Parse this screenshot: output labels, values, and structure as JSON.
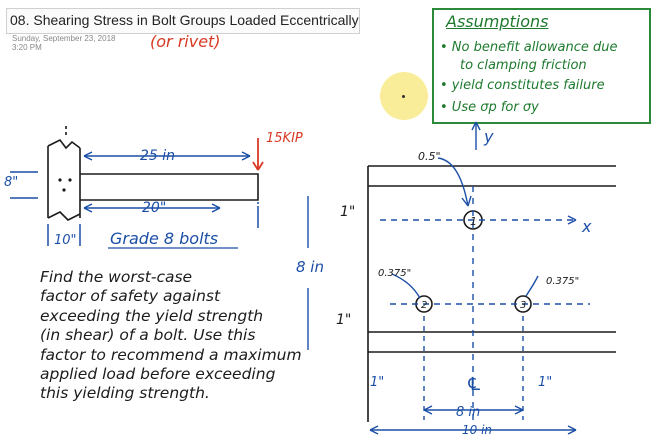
{
  "header": {
    "title": "08. Shearing Stress in Bolt Groups Loaded Eccentrically",
    "date": "Sunday, September 23, 2018",
    "time": "3:20 PM",
    "note": "(or rivet)"
  },
  "assumptions": {
    "title": "Assumptions",
    "items": [
      "• No benefit allowance due",
      "to clamping friction",
      "• yield constitutes failure",
      "• Use σp for σy"
    ]
  },
  "left_sketch": {
    "load_label": "15KIP",
    "length_25": "25 in",
    "length_20": "20\"",
    "height": "8\"",
    "width": "10\"",
    "grade": "Grade 8 bolts"
  },
  "problem": {
    "lines": [
      "Find the worst-case",
      "factor of safety against",
      "exceeding the yield strength",
      "(in shear) of a bolt. Use this",
      "factor to recommend a maximum",
      "applied load before exceeding",
      "this yielding strength."
    ]
  },
  "right_sketch": {
    "y_axis": "y",
    "x_axis": "x",
    "dia_1": "0.5\"",
    "dia_2": "0.375\"",
    "dia_3": "0.375\"",
    "bolt_1": "1",
    "bolt_2": "2",
    "bolt_3": "3",
    "dim_top": "1\"",
    "dim_bottom": "1\"",
    "dim_height": "8 in",
    "dim_left": "1\"",
    "dim_right": "1\"",
    "dim_between": "8 in",
    "dim_total": "10 in",
    "centerline": "℄"
  },
  "colors": {
    "ink": "#1b1b1b",
    "red": "#d83a24",
    "blue": "#1c4fa6",
    "green": "#1e7a2e"
  }
}
